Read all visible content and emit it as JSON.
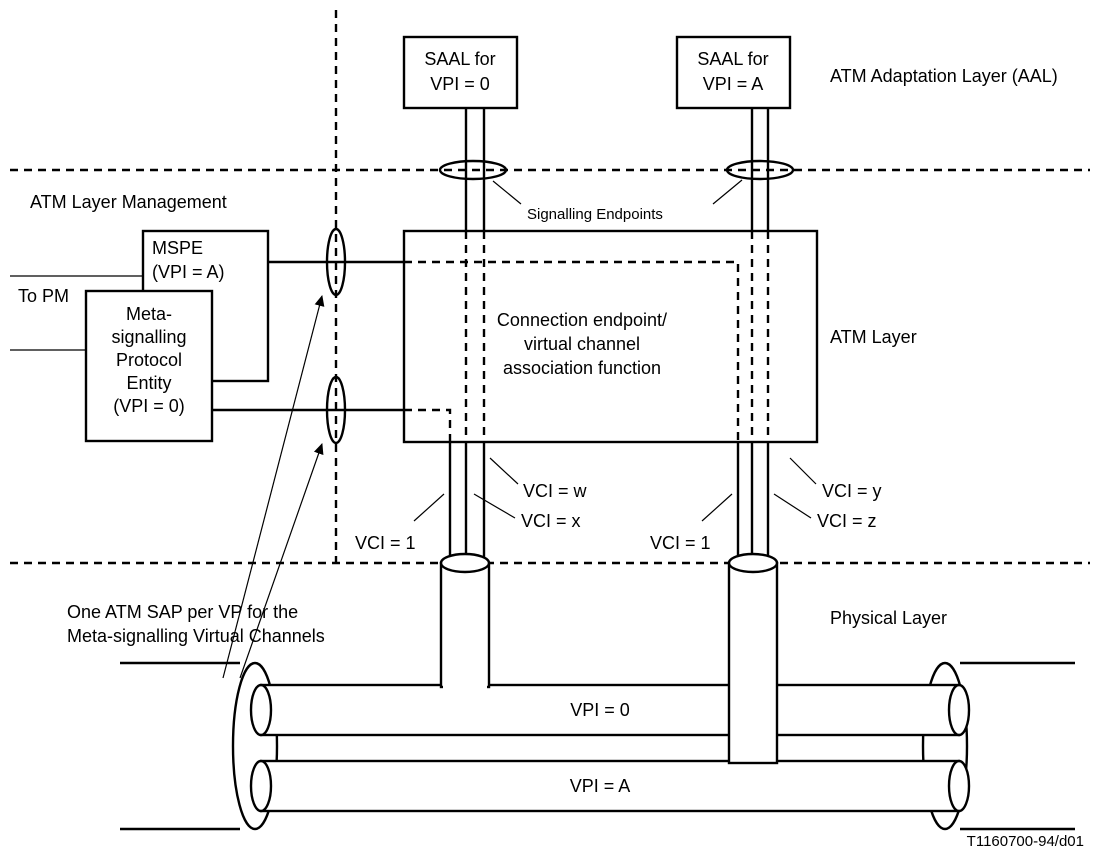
{
  "layers": {
    "aal": "ATM Adaptation Layer (AAL)",
    "layer_management": "ATM Layer Management",
    "atm_layer": "ATM Layer",
    "physical": "Physical Layer"
  },
  "saal_vpi0": {
    "line1": "SAAL for",
    "line2": "VPI = 0"
  },
  "saal_vpiA": {
    "line1": "SAAL for",
    "line2": "VPI = A"
  },
  "signalling_endpoints": "Signalling Endpoints",
  "mspe": {
    "line1": "MSPE",
    "line2": "(VPI = A)"
  },
  "to_pm": "To PM",
  "meta_entity": {
    "line1": "Meta-",
    "line2": "signalling",
    "line3": "Protocol",
    "line4": "Entity",
    "line5": "(VPI = 0)"
  },
  "connection_box": {
    "line1": "Connection endpoint/",
    "line2": "virtual channel",
    "line3": "association function"
  },
  "vci": {
    "w": "VCI = w",
    "x": "VCI = x",
    "one_left": "VCI = 1",
    "y": "VCI = y",
    "z": "VCI = z",
    "one_right": "VCI = 1"
  },
  "sap_note": {
    "line1": "One ATM SAP per VP for the",
    "line2": "Meta-signalling Virtual Channels"
  },
  "vpi_pipes": {
    "top": "VPI = 0",
    "bottom": "VPI = A"
  },
  "figure_id": "T1160700-94/d01"
}
